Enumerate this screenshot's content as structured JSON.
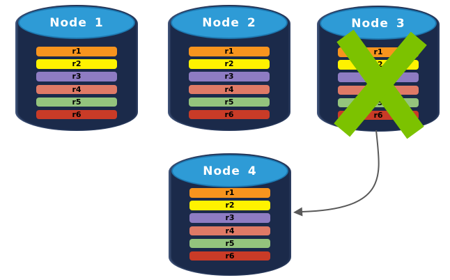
{
  "nodes": [
    {
      "name": "Node",
      "number": "1",
      "status": "active"
    },
    {
      "name": "Node",
      "number": "2",
      "status": "active"
    },
    {
      "name": "Node",
      "number": "3",
      "status": "failed"
    },
    {
      "name": "Node",
      "number": "4",
      "status": "active"
    }
  ],
  "records": [
    {
      "label": "r1",
      "color": "#F7941E"
    },
    {
      "label": "r2",
      "color": "#FFF200"
    },
    {
      "label": "r3",
      "color": "#8E7CC3"
    },
    {
      "label": "r4",
      "color": "#DF7A66"
    },
    {
      "label": "r5",
      "color": "#94C47D"
    },
    {
      "label": "r6",
      "color": "#C93B27"
    }
  ],
  "colors": {
    "cylinder_body": "#1B2A4A",
    "cylinder_top": "#2E9BD6",
    "cylinder_top_border": "#1E78B0",
    "failure_x": "#7CC200",
    "arrow": "#595959",
    "background": "#FFFFFF"
  },
  "failure_marker": {
    "node": "Node 3",
    "icon": "green-x"
  },
  "arrow_annotation": {
    "from": "Node 3",
    "to": "Node 4"
  }
}
